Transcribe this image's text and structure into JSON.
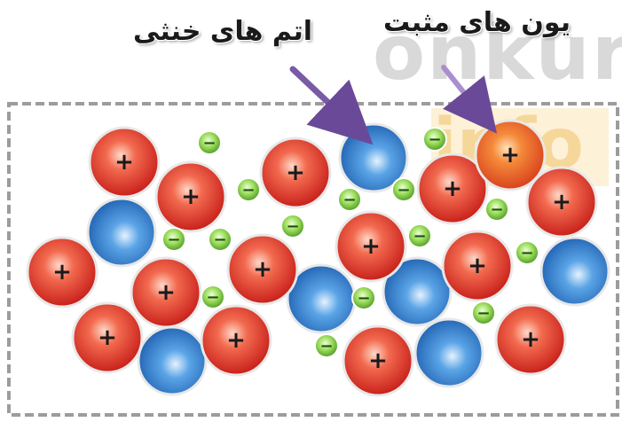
{
  "labels": {
    "neutral_atoms": "اتم های خنثی",
    "positive_ions": "یون های مثبت"
  },
  "watermark": {
    "brand": "onkur",
    "sub": "info"
  },
  "symbols": {
    "plus": "+",
    "minus": "−"
  },
  "colors": {
    "positive_ion": "#e8412f",
    "positive_ion_highlight": "#ef6a2a",
    "neutral_atom": "#2f7fc8",
    "electron": "#8fd24a",
    "arrow": "#7a5aa6",
    "border": "#9c9c9c"
  },
  "legend": {
    "positive_ion_icon": "circle-plus-red",
    "neutral_atom_icon": "circle-blue",
    "electron_icon": "circle-minus-green"
  }
}
